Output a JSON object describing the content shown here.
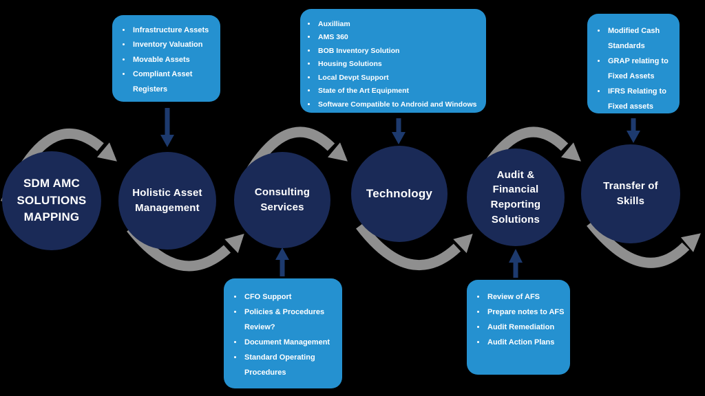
{
  "colors": {
    "bg": "#000000",
    "navy": "#1a2a57",
    "box-blue": "#2591d0",
    "arrow-navy": "#1d3a6e",
    "arc-gray": "#8f8f8f",
    "text-white": "#ffffff"
  },
  "nodes": [
    {
      "label": "SDM AMC SOLUTIONS MAPPING"
    },
    {
      "label": "Holistic Asset Management"
    },
    {
      "label": "Consulting Services"
    },
    {
      "label": "Technology"
    },
    {
      "label": "Audit & Financial Reporting Solutions"
    },
    {
      "label": "Transfer of Skills"
    }
  ],
  "callouts": [
    {
      "position": "top",
      "items": [
        "Infrastructure Assets",
        "Inventory Valuation",
        "Movable Assets",
        "Compliant Asset Registers"
      ]
    },
    {
      "position": "top",
      "items": [
        "Auxilliam",
        "AMS 360",
        "BOB Inventory Solution",
        "Housing Solutions",
        "Local Devpt Support",
        "State of the Art Equipment",
        "Software Compatible to Android and Windows"
      ]
    },
    {
      "position": "top",
      "items": [
        "Modified Cash Standards",
        "GRAP relating to Fixed Assets",
        "IFRS Relating to Fixed assets"
      ]
    },
    {
      "position": "bottom",
      "items": [
        "CFO Support",
        "Policies & Procedures Review?",
        "Document Management",
        "Standard Operating Procedures"
      ]
    },
    {
      "position": "bottom",
      "items": [
        "Review of AFS",
        "Prepare notes to AFS",
        "Audit Remediation",
        "Audit Action Plans"
      ]
    }
  ]
}
